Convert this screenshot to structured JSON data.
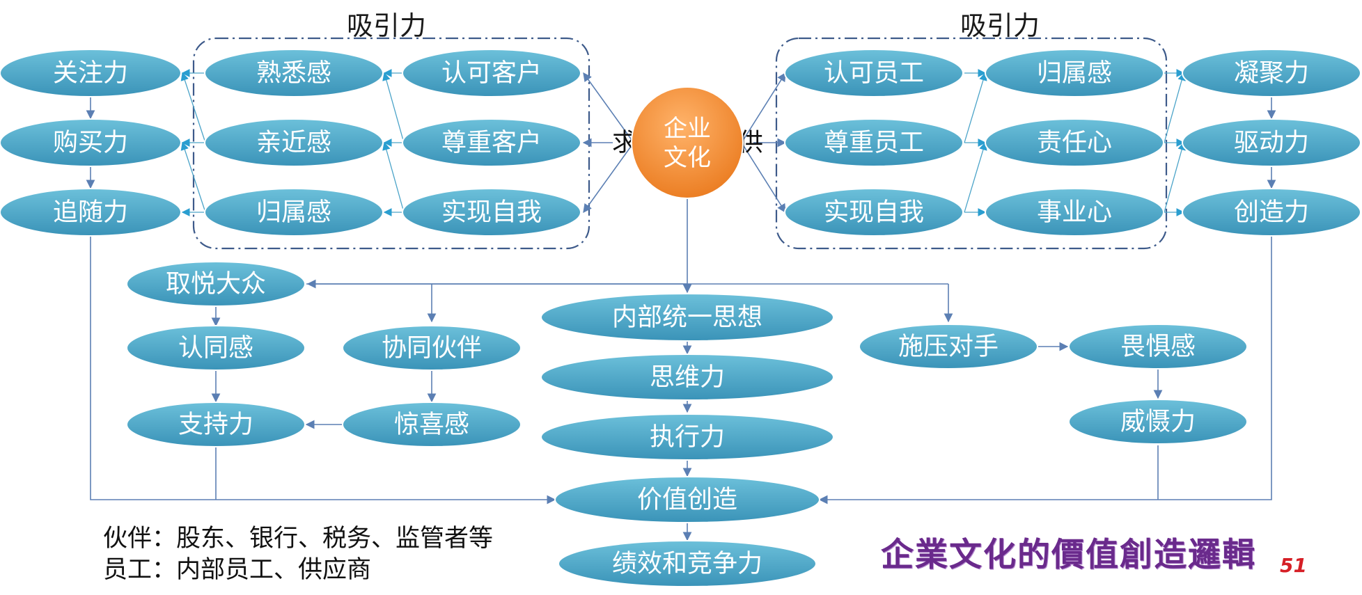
{
  "group_titles": {
    "left": "吸引力",
    "right": "吸引力"
  },
  "core": {
    "line1": "企业",
    "line2": "文化"
  },
  "core_side_labels": {
    "left": "求",
    "right": "供"
  },
  "customer_results": [
    "关注力",
    "购买力",
    "追随力"
  ],
  "customer_feelings": [
    "熟悉感",
    "亲近感",
    "归属感"
  ],
  "customer_actions": [
    "认可客户",
    "尊重客户",
    "实现自我"
  ],
  "employee_actions": [
    "认可员工",
    "尊重员工",
    "实现自我"
  ],
  "employee_feelings": [
    "归属感",
    "责任心",
    "事业心"
  ],
  "employee_results": [
    "凝聚力",
    "驱动力",
    "创造力"
  ],
  "public_chain": [
    "取悦大众",
    "认同感",
    "支持力"
  ],
  "partner_chain": [
    "协同伙伴",
    "惊喜感"
  ],
  "center_chain": [
    "内部统一思想",
    "思维力",
    "执行力",
    "价值创造",
    "绩效和竞争力"
  ],
  "competitor_chain": [
    "施压对手",
    "畏惧感",
    "威慑力"
  ],
  "notes": {
    "partners": "伙伴：股东、银行、税务、监管者等",
    "employees": "员工：内部员工、供应商"
  },
  "stamp_title": "企業文化的價值創造邏輯",
  "page_number": "51",
  "colors": {
    "node": "#4aa3c4",
    "core": "#f0892a",
    "stamp": "#6a2a8c",
    "page_number": "#d61f26"
  }
}
